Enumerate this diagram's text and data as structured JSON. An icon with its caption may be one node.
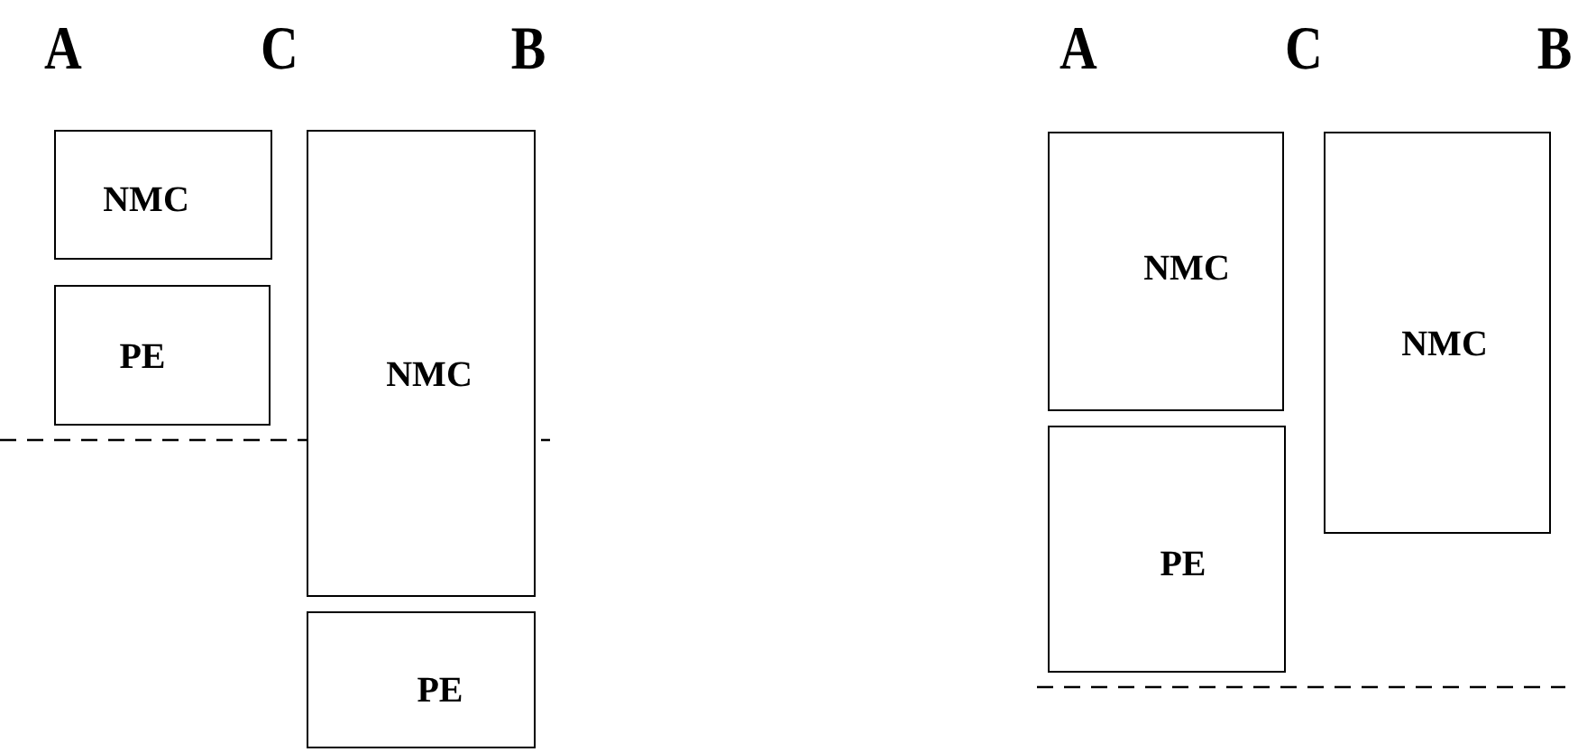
{
  "diagram": {
    "nodes": [
      {
        "text": [
          "NMC"
        ]
      },
      {
        "text": [
          "PE"
        ]
      },
      {
        "text": [
          "NMC"
        ]
      },
      {
        "text": [
          "PE"
        ]
      },
      {
        "text": [
          "NMC"
        ]
      },
      {
        "text": [
          "PE"
        ]
      },
      {
        "text": [
          "NMC"
        ]
      }
    ],
    "labels": [
      "A",
      "C",
      "B",
      "A",
      "C",
      "B"
    ]
  }
}
